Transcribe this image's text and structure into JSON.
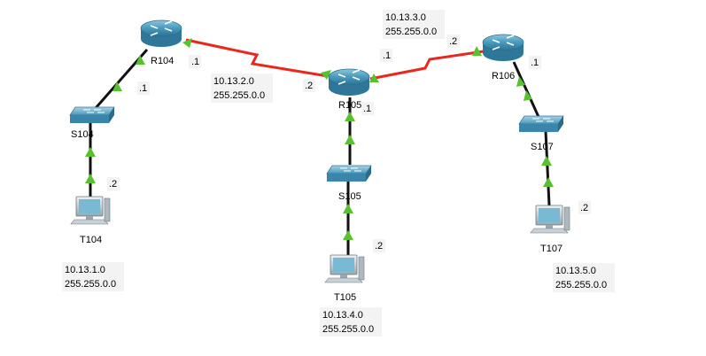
{
  "colors": {
    "serial_link": "#e8281e",
    "ethernet_link": "#111111",
    "link_up_arrow": "#57c22d",
    "router_body": "#3f93b5",
    "switch_body": "#4b9cc0",
    "pc_screen": "#78b9d3"
  },
  "devices": {
    "routers": [
      {
        "name": "R104",
        "icon": "router-icon"
      },
      {
        "name": "R105",
        "icon": "router-icon"
      },
      {
        "name": "R106",
        "icon": "router-icon"
      }
    ],
    "switches": [
      {
        "name": "S104",
        "icon": "switch-icon"
      },
      {
        "name": "S105",
        "icon": "switch-icon"
      },
      {
        "name": "S107",
        "icon": "switch-icon"
      }
    ],
    "pcs": [
      {
        "name": "T104",
        "icon": "pc-icon"
      },
      {
        "name": "T105",
        "icon": "pc-icon"
      },
      {
        "name": "T107",
        "icon": "pc-icon"
      }
    ]
  },
  "interface_labels": {
    "r104_lan": ".1",
    "r104_wan": ".1",
    "t104": ".2",
    "r105_left": ".2",
    "r105_right": ".1",
    "r105_lan": ".1",
    "t105": ".2",
    "r106_wan": ".2",
    "r106_lan": ".1",
    "t107": ".2"
  },
  "networks": [
    {
      "address": "10.13.1.0",
      "mask": "255.255.0.0"
    },
    {
      "address": "10.13.2.0",
      "mask": "255.255.0.0"
    },
    {
      "address": "10.13.3.0",
      "mask": "255.255.0.0"
    },
    {
      "address": "10.13.4.0",
      "mask": "255.255.0.0"
    },
    {
      "address": "10.13.5.0",
      "mask": "255.255.0.0"
    }
  ]
}
